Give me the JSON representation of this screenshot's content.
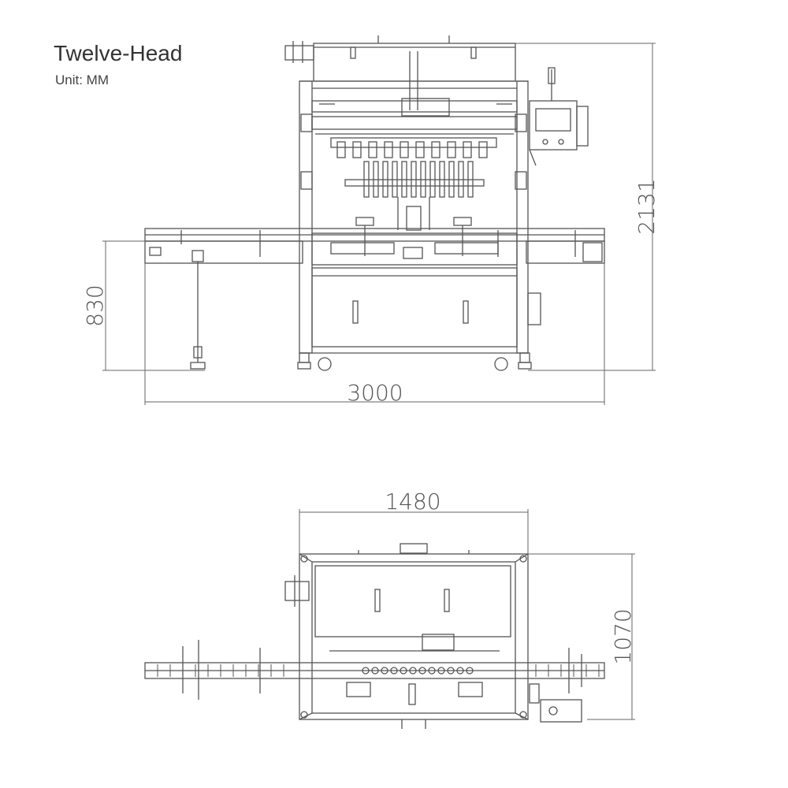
{
  "header": {
    "title": "Twelve-Head",
    "unit": "Unit: MM"
  },
  "dimensions": {
    "front_height": "2131",
    "front_conveyor_height": "830",
    "front_length": "3000",
    "top_width": "1480",
    "top_depth": "1070"
  },
  "colors": {
    "line": "#555555",
    "background": "#ffffff"
  }
}
